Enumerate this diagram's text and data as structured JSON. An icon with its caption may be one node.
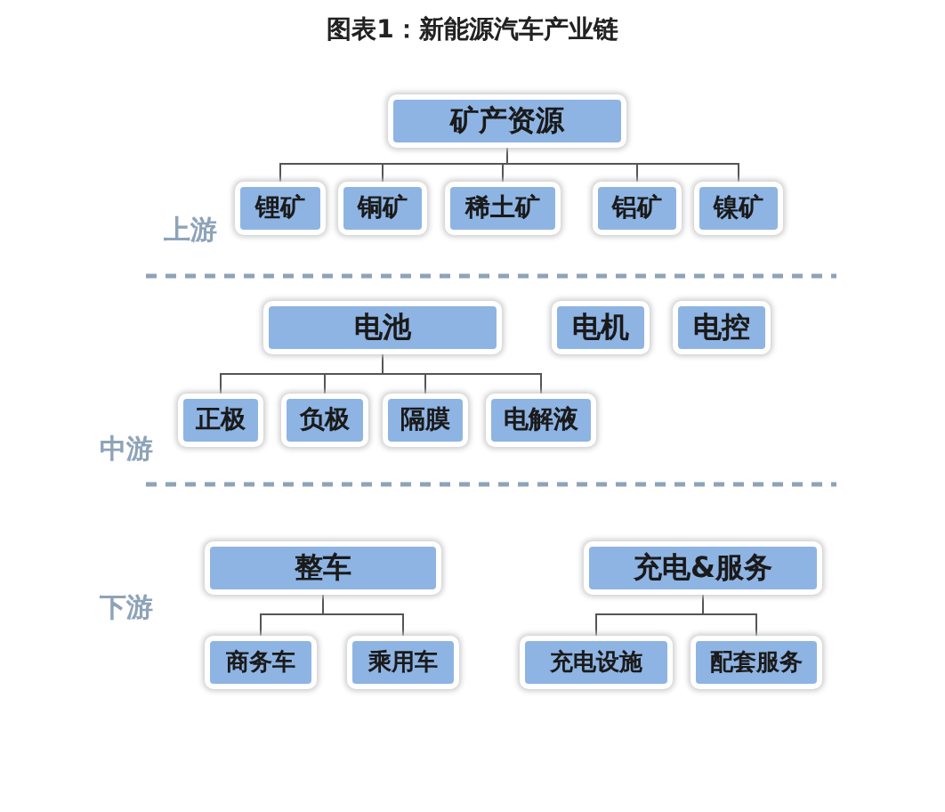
{
  "diagram": {
    "title": "图表1：新能源汽车产业链",
    "nodes": [
      {
        "text": [
          "矿产资源"
        ]
      },
      {
        "text": [
          "锂矿"
        ]
      },
      {
        "text": [
          "铜矿"
        ]
      },
      {
        "text": [
          "稀土矿"
        ]
      },
      {
        "text": [
          "铝矿"
        ]
      },
      {
        "text": [
          "镍矿"
        ]
      },
      {
        "text": [
          "电池"
        ]
      },
      {
        "text": [
          "电机"
        ]
      },
      {
        "text": [
          "电控"
        ]
      },
      {
        "text": [
          "正极"
        ]
      },
      {
        "text": [
          "负极"
        ]
      },
      {
        "text": [
          "隔膜"
        ]
      },
      {
        "text": [
          "电解液"
        ]
      },
      {
        "text": [
          "整车"
        ]
      },
      {
        "text": [
          "充电&服务"
        ]
      },
      {
        "text": [
          "商务车"
        ]
      },
      {
        "text": [
          "乘用车"
        ]
      },
      {
        "text": [
          "充电设施"
        ]
      },
      {
        "text": [
          "配套服务"
        ]
      }
    ],
    "edges": [
      {
        "from": 0,
        "to": 1,
        "arrow": "none"
      },
      {
        "from": 0,
        "to": 2,
        "arrow": "none"
      },
      {
        "from": 0,
        "to": 3,
        "arrow": "none"
      },
      {
        "from": 0,
        "to": 4,
        "arrow": "none"
      },
      {
        "from": 0,
        "to": 5,
        "arrow": "none"
      },
      {
        "from": 6,
        "to": 9,
        "arrow": "none"
      },
      {
        "from": 6,
        "to": 10,
        "arrow": "none"
      },
      {
        "from": 6,
        "to": 11,
        "arrow": "none"
      },
      {
        "from": 6,
        "to": 12,
        "arrow": "none"
      },
      {
        "from": 13,
        "to": 15,
        "arrow": "none"
      },
      {
        "from": 13,
        "to": 16,
        "arrow": "none"
      },
      {
        "from": 14,
        "to": 17,
        "arrow": "none"
      },
      {
        "from": 14,
        "to": 18,
        "arrow": "none"
      }
    ],
    "labels": [
      "上游",
      "中游",
      "下游"
    ]
  }
}
